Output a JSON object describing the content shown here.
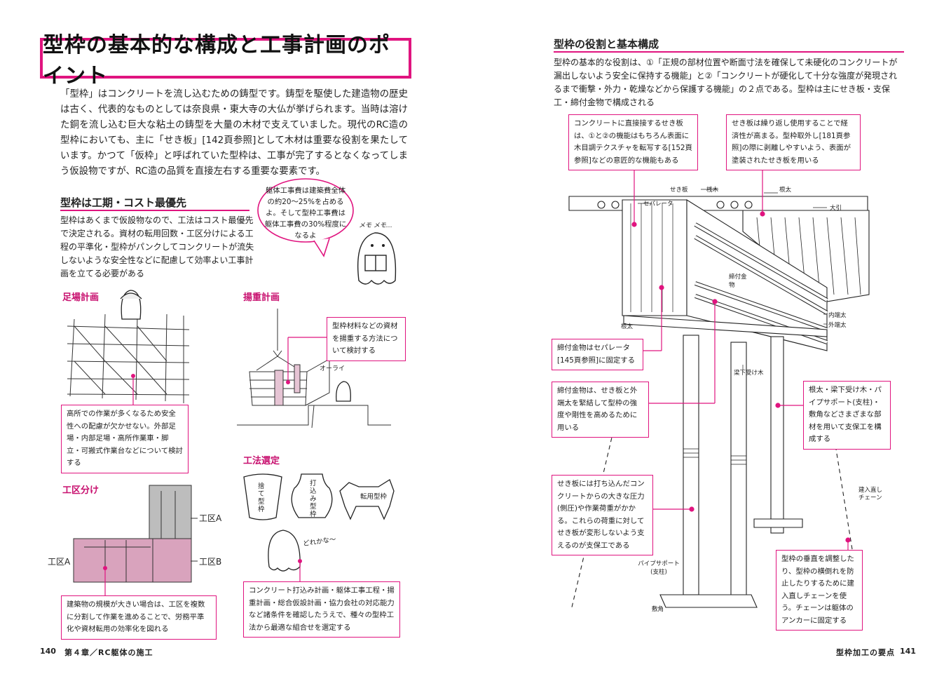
{
  "left": {
    "title": "型枠の基本的な構成と工事計画のポイント",
    "intro": "「型枠」はコンクリートを流し込むための鋳型です。鋳型を駆使した建造物の歴史は古く、代表的なものとしては奈良県・東大寺の大仏が挙げられます。当時は溶けた銅を流し込む巨大な粘土の鋳型を大量の木材で支えていました。現代のRC造の型枠においても、主に「せき板」[142頁参照]として木材は重要な役割を果たしています。かつて「仮枠」と呼ばれていた型枠は、工事が完了するとなくなってしまう仮設物ですが、RC造の品質を直接左右する重要な要素です。",
    "section_heading": "型枠は工期・コスト最優先",
    "section_body": "型枠はあくまで仮設物なので、工法はコスト最優先で決定される。資材の転用回数・工区分けによる工程の平準化・型枠がパンクしてコンクリートが流失しないような安全性などに配慮して効率よい工事計画を立てる必要がある",
    "bubble": "躯体工事費は建築費全体の約20〜25%を占めるよ。そして型枠工事費は躯体工事費の30%程度になるよ",
    "memo": "メモ メモ…",
    "scaffold_heading": "足場計画",
    "scaffold_note": "高所での作業が多くなるため安全性への配慮が欠かせない。外部足場・内部足場・高所作業車・脚立・可搬式作業台などについて検討する",
    "lifting_heading": "揚重計画",
    "lifting_note": "型枠材料などの資材を揚重する方法について検討する",
    "lifting_voice": "オーライ",
    "method_heading": "工法選定",
    "method_note": "コンクリート打込み計画・躯体工事工程・揚重計画・総合仮設計画・協力会社の対応能力など諸条件を確認したうえで、種々の型枠工法から最適な組合せを選定する",
    "method_voice": "どれかな〜",
    "pot1": "捨て型枠",
    "pot2": "打込み型枠",
    "pot3": "転用型枠",
    "zone_heading": "工区分け",
    "zone_a": "工区A",
    "zone_a2": "工区A",
    "zone_b": "工区B",
    "zone_note": "建築物の規模が大きい場合は、工区を複数に分割して作業を進めることで、労務平準化や資材転用の効率化を図れる",
    "page_no": "140",
    "chapter": "第４章／RC躯体の施工"
  },
  "right": {
    "section_heading": "型枠の役割と基本構成",
    "section_body": "型枠の基本的な役割は、①「正規の部材位置や断面寸法を確保して未硬化のコンクリートが漏出しないよう安全に保持する機能」と②「コンクリートが硬化して十分な強度が発現されるまで衝撃・外力・乾燥などから保護する機能」の２点である。型枠は主にせき板・支保工・締付金物で構成される",
    "note_sekiita": "コンクリートに直接接するせき板は、①と②の機能はもちろん表面に木目調テクスチャを転写する[152頁参照]などの意匠的な機能もある",
    "note_reuse": "せき板は繰り返し使用することで経済性が高まる。型枠取外し[181頁参照]の際に剥離しやすいよう、表面が塗装されたせき板を用いる",
    "note_fix": "締付金物はセパレータ[145頁参照]に固定する",
    "note_tighten": "締付金物は、せき板と外端太を緊結して型枠の強度や剛性を高めるために用いる",
    "note_pressure": "せき板には打ち込んだコンクリートからの大きな圧力(側圧)や作業荷重がかかる。これらの荷重に対してせき板が変形しないよう支えるのが支保工である",
    "note_support": "根太・梁下受け木・パイプサポート(支柱)・敷角などさまざまな部材を用いて支保工を構成する",
    "note_chain": "型枠の垂直を調整したり、型枠の横倒れを防止したりするために建入直しチェーンを使う。チェーンは躯体のアンカーに固定する",
    "lbl_sekiita": "せき板",
    "lbl_sanki": "桟木",
    "lbl_neda_top": "根太",
    "lbl_separator": "セパレータ",
    "lbl_obiki": "大引",
    "lbl_shimetsuke": "締付金物",
    "lbl_uchibata": "内端太",
    "lbl_sotobata": "外端太",
    "lbl_neda": "根太",
    "lbl_harishita": "梁下受け木",
    "lbl_chain": "建入直しチェーン",
    "lbl_pipe": "パイプサポート(支柱)",
    "lbl_shikikaku": "敷角",
    "footer_title": "型枠加工の要点",
    "page_no": "141"
  },
  "colors": {
    "accent": "#e0147f",
    "zone_fill": "#d9a3bd",
    "zone_fill_b": "#bdbdbd"
  }
}
